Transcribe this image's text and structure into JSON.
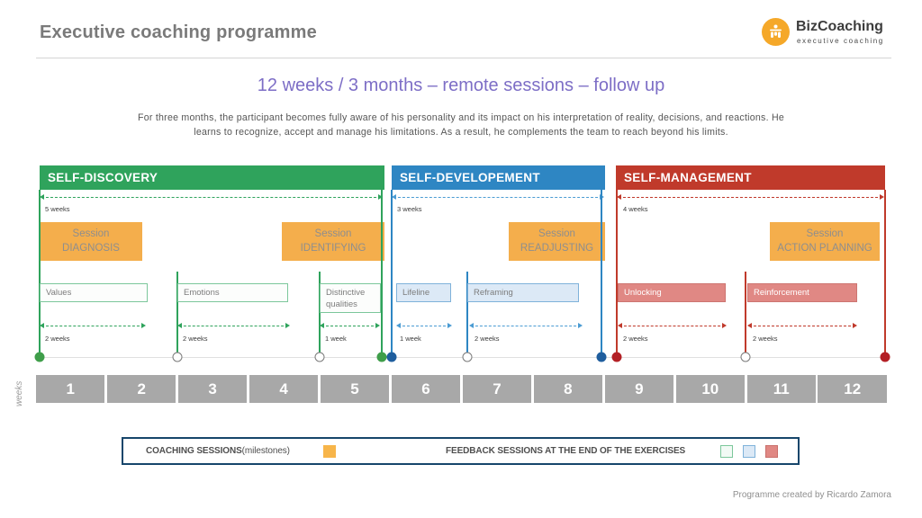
{
  "header": {
    "title": "Executive coaching programme",
    "brand": "BizCoaching",
    "brand_tagline": "executive coaching"
  },
  "subtitle": "12 weeks / 3 months – remote sessions – follow up",
  "description": {
    "line1": "For three months, the participant becomes fully aware of his personality and its impact on his interpretation of reality, decisions, and reactions. He",
    "line2": "learns to recognize, accept and manage his limitations. As a result, he complements the team to reach beyond his limits."
  },
  "phases": [
    {
      "label": "SELF-DISCOVERY",
      "duration": "5 weeks",
      "color": "#2fa35c"
    },
    {
      "label": "SELF-DEVELOPEMENT",
      "duration": "3 weeks",
      "color": "#2e86c3"
    },
    {
      "label": "SELF-MANAGEMENT",
      "duration": "4 weeks",
      "color": "#c03a2b"
    }
  ],
  "sessions": [
    {
      "title": "Session",
      "name": "DIAGNOSIS"
    },
    {
      "title": "Session",
      "name": "IDENTIFYING"
    },
    {
      "title": "Session",
      "name": "READJUSTING"
    },
    {
      "title": "Session",
      "name": "ACTION PLANNING"
    }
  ],
  "exercises": [
    {
      "label": "Values",
      "duration": "2 weeks"
    },
    {
      "label": "Emotions",
      "duration": "2 weeks"
    },
    {
      "label": "Distinctive qualities",
      "duration": "1 week"
    },
    {
      "label": "Lifeline",
      "duration": "1 week"
    },
    {
      "label": "Reframing",
      "duration": "2 weeks"
    },
    {
      "label": "Unlocking",
      "duration": "2 weeks"
    },
    {
      "label": "Reinforcement",
      "duration": "2 weeks"
    }
  ],
  "weeks": {
    "axis_label": "weeks",
    "labels": [
      "1",
      "2",
      "3",
      "4",
      "5",
      "6",
      "7",
      "8",
      "9",
      "10",
      "11",
      "12"
    ]
  },
  "legend": {
    "coaching_label": "COACHING SESSIONS",
    "coaching_suffix": " (milestones)",
    "feedback_label": "FEEDBACK SESSIONS AT THE END OF THE EXERCISES"
  },
  "footer": {
    "credit": "Programme created by Ricardo Zamora"
  },
  "colors": {
    "phase_green": "#2fa35c",
    "phase_blue": "#2e86c3",
    "phase_red": "#c03a2b",
    "session_orange": "#f4ae4c",
    "subtitle_purple": "#7d6ec6",
    "week_bar_gray": "#a8a8a8",
    "legend_border_navy": "#17466b",
    "exercise_pink": "#e08884",
    "exercise_light_blue": "#dce9f6"
  }
}
